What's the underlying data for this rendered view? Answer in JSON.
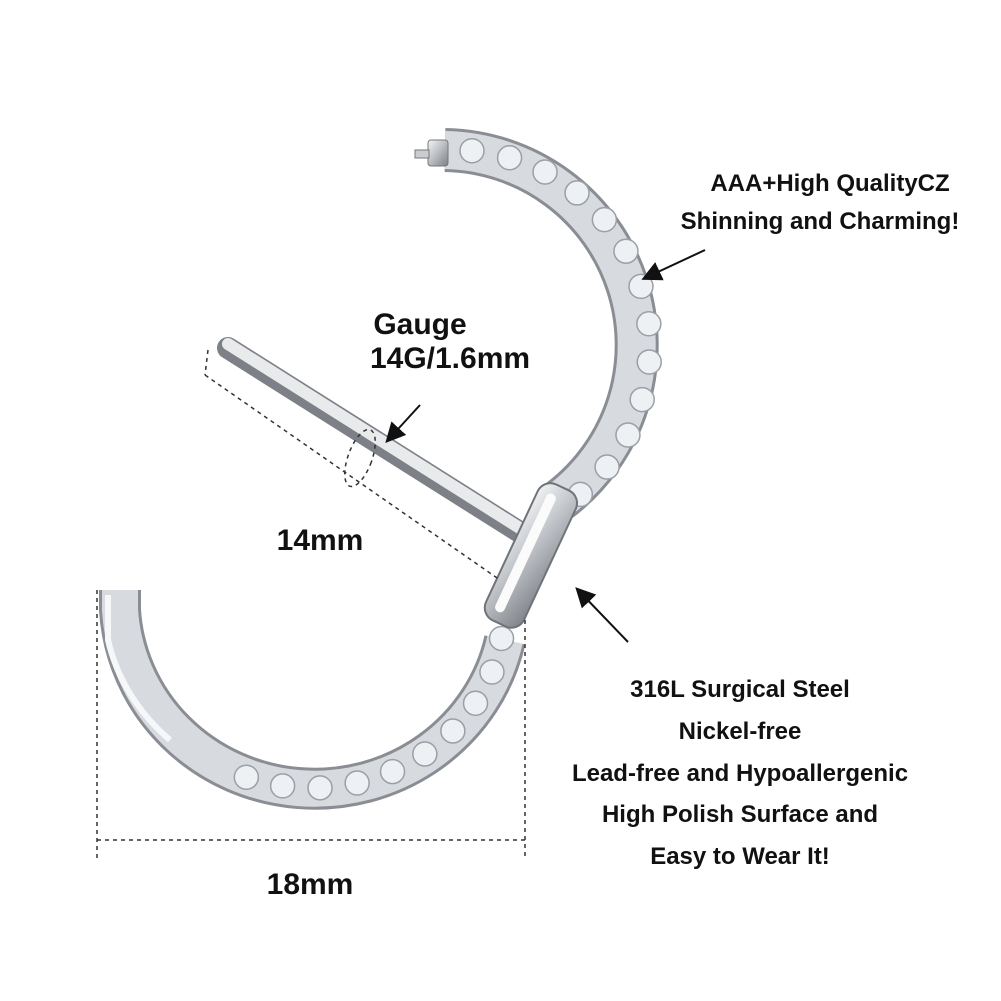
{
  "callouts": {
    "cz_line1": "AAA+High QualityCZ",
    "cz_line2": "Shinning and Charming!",
    "gauge_title": "Gauge",
    "gauge_value": "14G/1.6mm",
    "bar_length": "14mm",
    "ring_diameter": "18mm",
    "material_lines": [
      "316L Surgical Steel",
      "Nickel-free",
      "Lead-free and Hypoallergenic",
      "High Polish Surface and",
      "Easy to Wear It!"
    ]
  },
  "colors": {
    "metal": "#c9ccd0",
    "metal_dark": "#8a8e94",
    "gem": "#eef1f4",
    "text": "#111111"
  }
}
